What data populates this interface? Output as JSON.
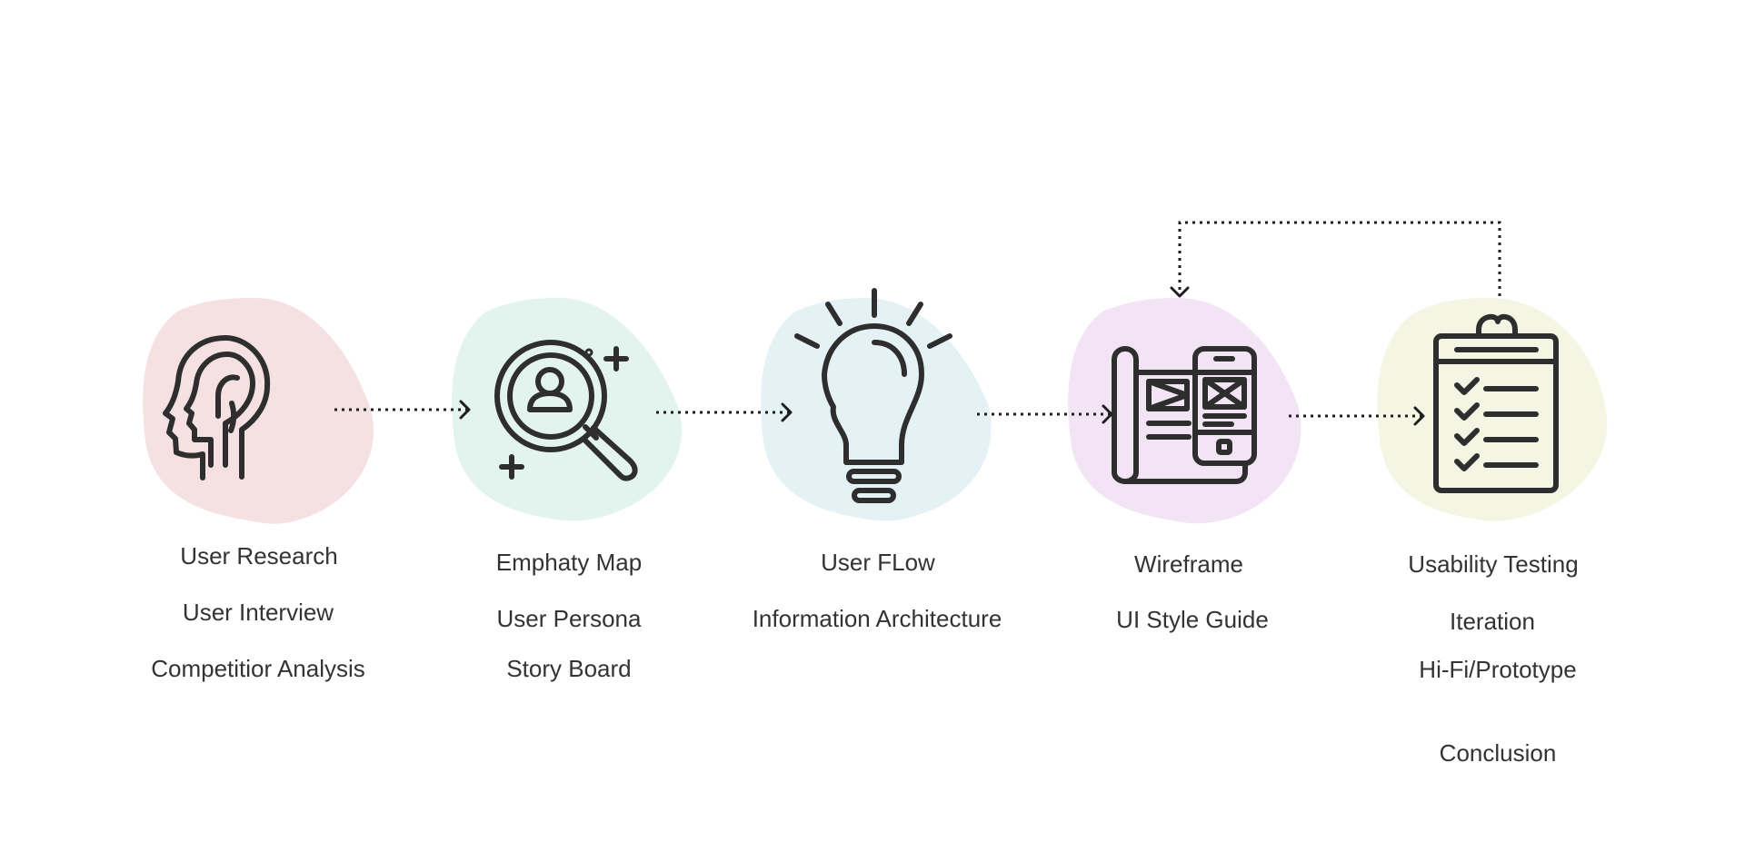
{
  "stages": [
    {
      "icon": "head-profile-icon",
      "blob_color": "#f5e1e2",
      "items": [
        "User Research",
        "User Interview",
        "Competitior Analysis"
      ]
    },
    {
      "icon": "magnifier-user-icon",
      "blob_color": "#e3f4ee",
      "items": [
        "Emphaty Map",
        "User Persona",
        "Story Board"
      ]
    },
    {
      "icon": "lightbulb-icon",
      "blob_color": "#e4f1f5",
      "items": [
        "User FLow",
        "Information Architecture"
      ]
    },
    {
      "icon": "wireframe-devices-icon",
      "blob_color": "#f3e4f5",
      "items": [
        "Wireframe",
        "UI Style Guide"
      ]
    },
    {
      "icon": "clipboard-checklist-icon",
      "blob_color": "#f4f6e3",
      "items": [
        "Usability Testing",
        "Iteration",
        "Hi-Fi/Prototype",
        "Conclusion"
      ]
    }
  ]
}
